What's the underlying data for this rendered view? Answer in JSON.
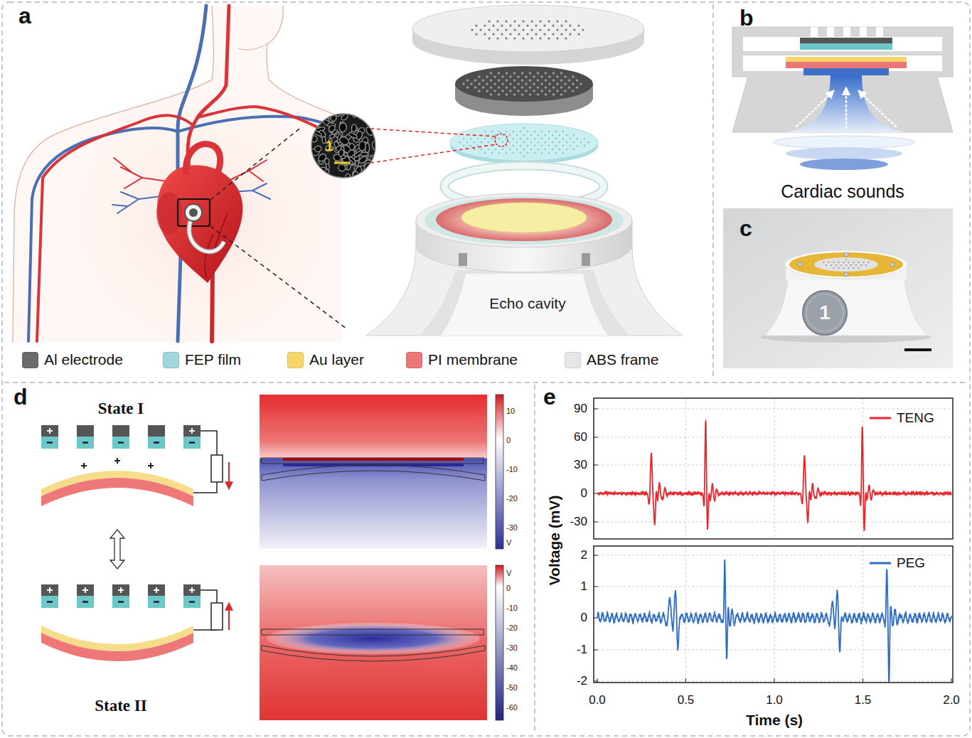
{
  "diagram": {
    "nodes": [
      {
        "text": [
          "a"
        ]
      },
      {
        "text": [
          "b"
        ]
      },
      {
        "text": [
          "c"
        ]
      },
      {
        "text": [
          "d"
        ]
      },
      {
        "text": [
          "e"
        ]
      }
    ],
    "labels": [
      "1",
      "Echo cavity",
      "Cardiac sounds",
      "1",
      "State I",
      "State II",
      "10",
      "0",
      "-10",
      "-20",
      "-30",
      "V",
      "V",
      "0",
      "-10",
      "-20",
      "-30",
      "-40",
      "-50",
      "-60",
      "90",
      "60",
      "30",
      "0",
      "-30",
      "2",
      "1",
      "0",
      "-1",
      "-2",
      "0.0",
      "0.5",
      "1.0",
      "1.5",
      "2.0",
      "Voltage (mV)",
      "Time (s)"
    ],
    "legend": [
      {
        "text": "Al electrode",
        "color": "#6b6b6b"
      },
      {
        "text": "FEP film",
        "color": "#9fd6dc"
      },
      {
        "text": "Au layer",
        "color": "#f6d66b"
      },
      {
        "text": "PI membrane",
        "color": "#ec7575"
      },
      {
        "text": "ABS frame",
        "color": "#e6e6e6"
      },
      {
        "text": "TENG"
      },
      {
        "text": "PEG"
      }
    ]
  }
}
